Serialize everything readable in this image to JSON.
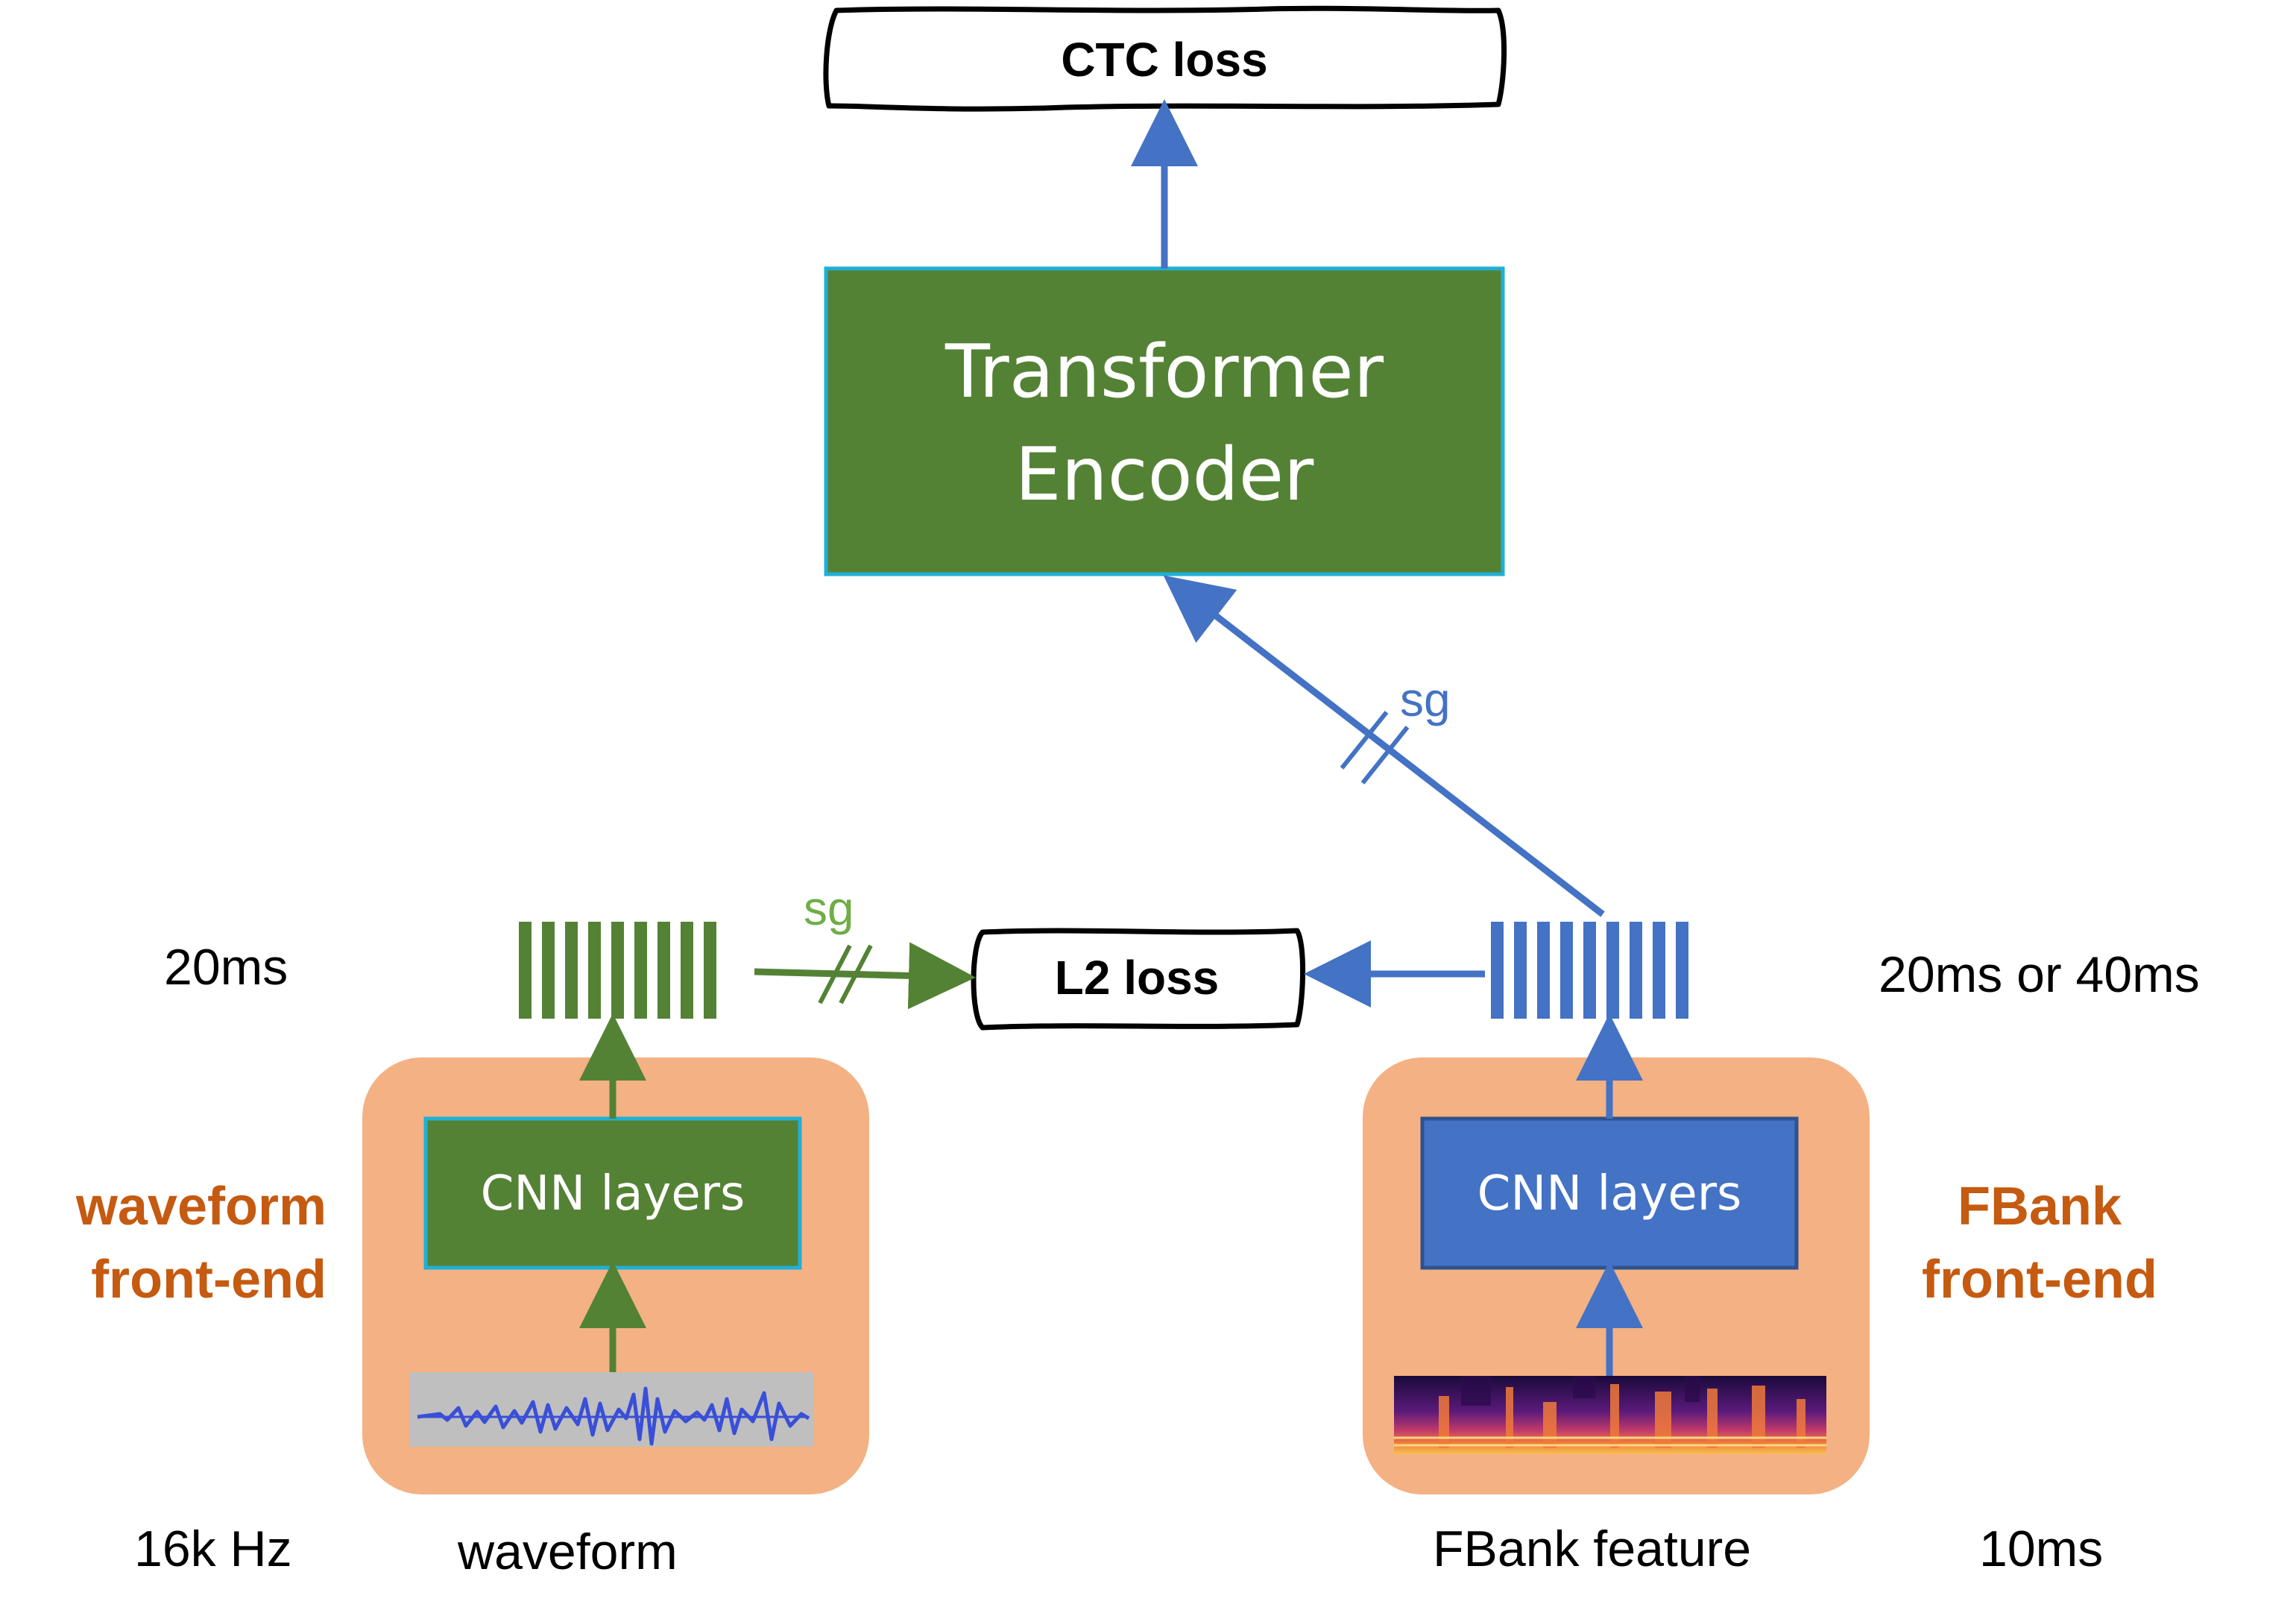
{
  "colors": {
    "green": "#548235",
    "blue": "#4472C4",
    "frontend_bg": "#F4B183",
    "frontend_label": "#C55A11",
    "box_border_cyan": "#1FB0D8",
    "black": "#000000",
    "waveform_bg": "#BFBFBF"
  },
  "nodes": {
    "ctc_loss": "CTC loss",
    "transformer_line1": "Transformer",
    "transformer_line2": "Encoder",
    "l2_loss": "L2 loss",
    "cnn_left": "CNN layers",
    "cnn_right": "CNN layers"
  },
  "labels": {
    "sg_left": "sg",
    "sg_right": "sg",
    "rate_left_top": "20ms",
    "rate_right_top": "20ms or 40ms",
    "rate_left_bottom": "16k Hz",
    "rate_right_bottom": "10ms",
    "input_left": "waveform",
    "input_right": "FBank feature",
    "frontend_left_line1": "waveform",
    "frontend_left_line2": "front-end",
    "frontend_right_line1": "FBank",
    "frontend_right_line2": "front-end"
  },
  "icons": {
    "waveform_thumbnail": "waveform-image",
    "fbank_thumbnail": "spectrogram-image"
  }
}
